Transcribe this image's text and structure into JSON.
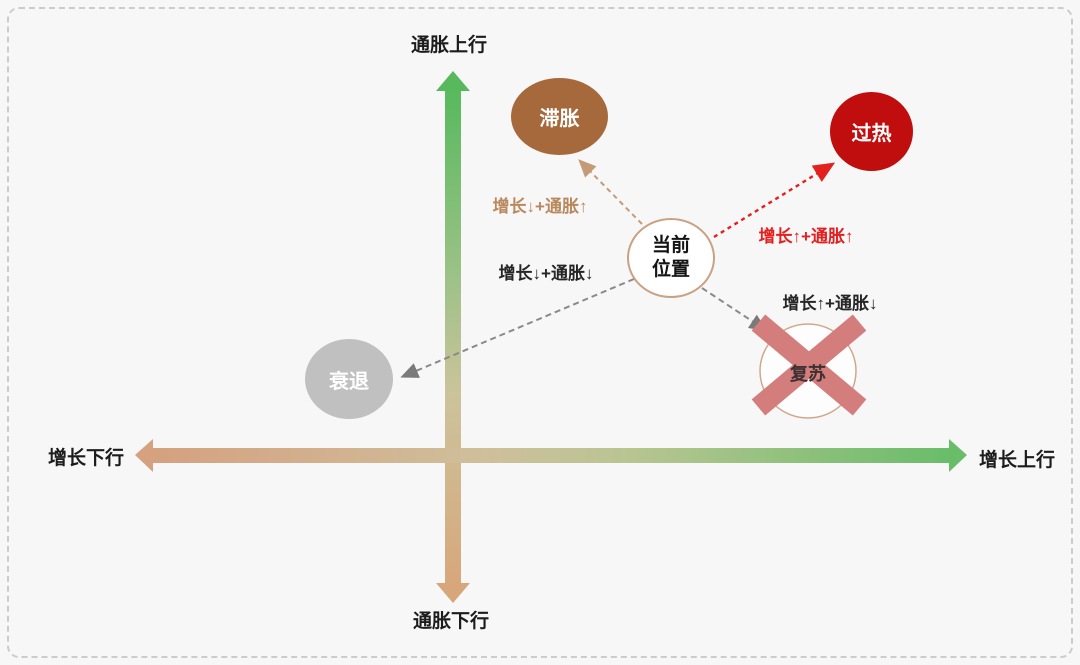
{
  "axes": {
    "y_top": "通胀上行",
    "y_bottom": "通胀下行",
    "x_left": "增长下行",
    "x_right": "增长上行",
    "green": "#57b95c",
    "tan": "#d5a17f"
  },
  "nodes": {
    "stagflation": {
      "label": "滞胀",
      "color": "#a5693c"
    },
    "overheat": {
      "label": "过热",
      "color": "#c00e0e"
    },
    "recession": {
      "label": "衰退",
      "color": "#c0c0c0"
    },
    "recovery": {
      "label": "复苏",
      "crossed_out": true,
      "cross_color": "#d47d7d",
      "border_color": "#cfa98b"
    },
    "current": {
      "line1": "当前",
      "line2": "位置",
      "border_color": "#c9a183"
    }
  },
  "transitions": {
    "to_stagflation": {
      "label": "增长↓+通胀↑",
      "color": "#b9895e"
    },
    "to_overheat": {
      "label": "增长↑+通胀↑",
      "color": "#e32020"
    },
    "to_recession": {
      "label": "增长↓+通胀↓",
      "color": "#262626"
    },
    "to_recovery": {
      "label": "增长↑+通胀↓",
      "color": "#262626"
    }
  }
}
